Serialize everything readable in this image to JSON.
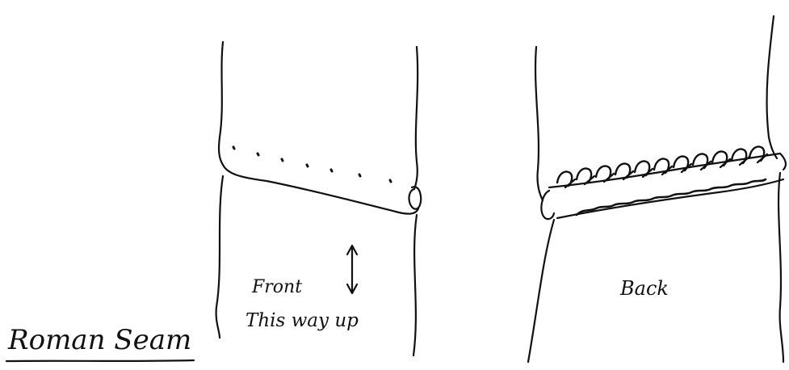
{
  "title": "Roman Seam",
  "front": {
    "label": "Front",
    "note": "This way up"
  },
  "back": {
    "label": "Back"
  },
  "colors": {
    "ink": "#111111",
    "paper": "#ffffff"
  }
}
